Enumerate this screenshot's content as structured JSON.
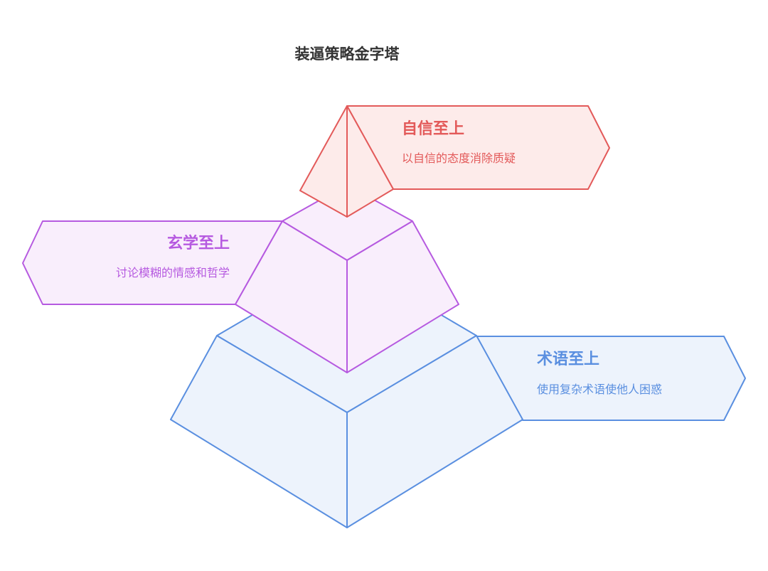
{
  "diagram": {
    "title": "装逼策略金字塔",
    "title_color": "#333333",
    "tiers": [
      {
        "level": "top",
        "title": "自信至上",
        "description": "以自信的态度消除质疑",
        "stroke": "#e35a5a",
        "fill": "#fdebea",
        "text_color": "#e35a5a"
      },
      {
        "level": "middle",
        "title": "玄学至上",
        "description": "讨论模糊的情感和哲学",
        "stroke": "#b65ae0",
        "fill": "#f9eefc",
        "text_color": "#b65ae0"
      },
      {
        "level": "bottom",
        "title": "术语至上",
        "description": "使用复杂术语使他人困惑",
        "stroke": "#5a8fe0",
        "fill": "#edf3fc",
        "text_color": "#5a8fe0"
      }
    ]
  }
}
